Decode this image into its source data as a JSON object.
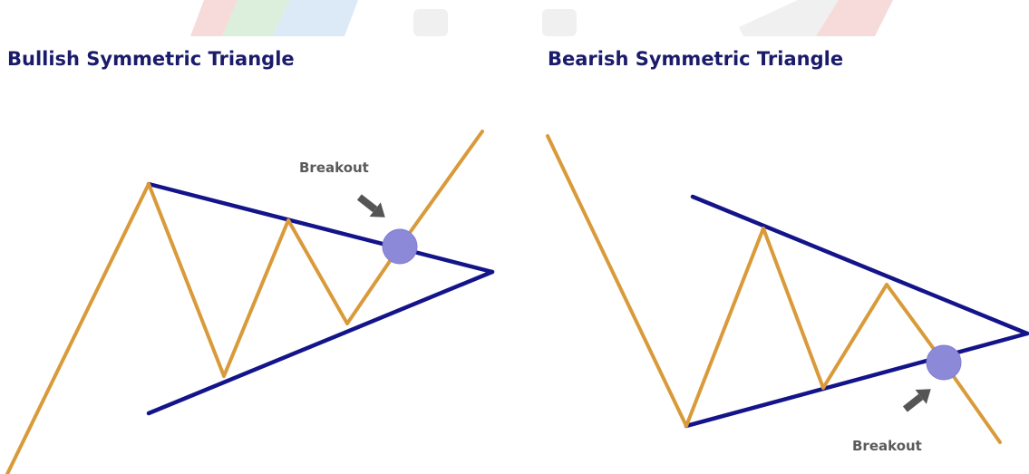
{
  "panels": [
    {
      "title": "Bullish Symmetric Triangle",
      "breakout_label": "Breakout"
    },
    {
      "title": "Bearish Symmetric Triangle",
      "breakout_label": "Breakout"
    }
  ],
  "colors": {
    "price_line": "#d99a3a",
    "trend_line": "#14148a",
    "breakout_marker": "#8c89d9",
    "title": "#1a1b6b",
    "label": "#5a5a5a"
  }
}
